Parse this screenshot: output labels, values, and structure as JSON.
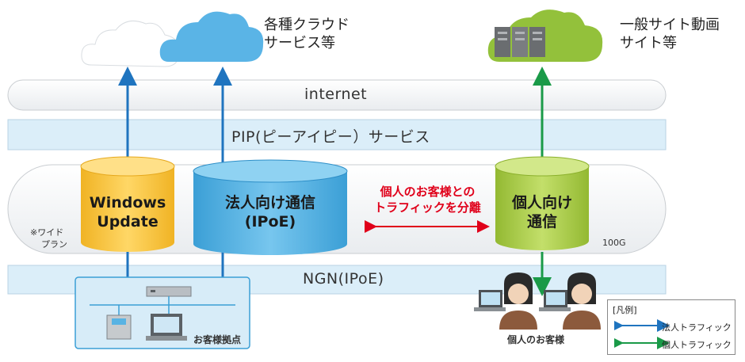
{
  "clouds": {
    "cloud_services_label_1": "各種クラウド",
    "cloud_services_label_2": "サービス等",
    "video_sites_label_1": "一般サイト動画",
    "video_sites_label_2": "サイト等"
  },
  "bands": {
    "internet": "internet",
    "pip": "PIP(ピーアイピー）サービス",
    "ngn": "NGN(IPoE)"
  },
  "cylinders": {
    "windows_update_1": "Windows",
    "windows_update_2": "Update",
    "corporate_1": "法人向け通信",
    "corporate_2": "(IPoE)",
    "personal_1": "個人向け",
    "personal_2": "通信"
  },
  "annotations": {
    "wide_plan_1": "※ワイド",
    "wide_plan_2": "プラン",
    "capacity": "100G",
    "separation_1": "個人のお客様との",
    "separation_2": "トラフィックを分離",
    "customer_site": "お客様拠点",
    "personal_customers": "個人のお客様"
  },
  "legend": {
    "title": "[凡例]",
    "corporate": "法人トラフィック",
    "personal": "個人トラフィック"
  },
  "colors": {
    "blue_arrow": "#1f74bf",
    "green_arrow": "#1a9a48",
    "red_arrow": "#e0001a",
    "cylinder_yellow": "#f6c33b",
    "cylinder_blue": "#58b3e3",
    "cylinder_green": "#a9cb48"
  }
}
